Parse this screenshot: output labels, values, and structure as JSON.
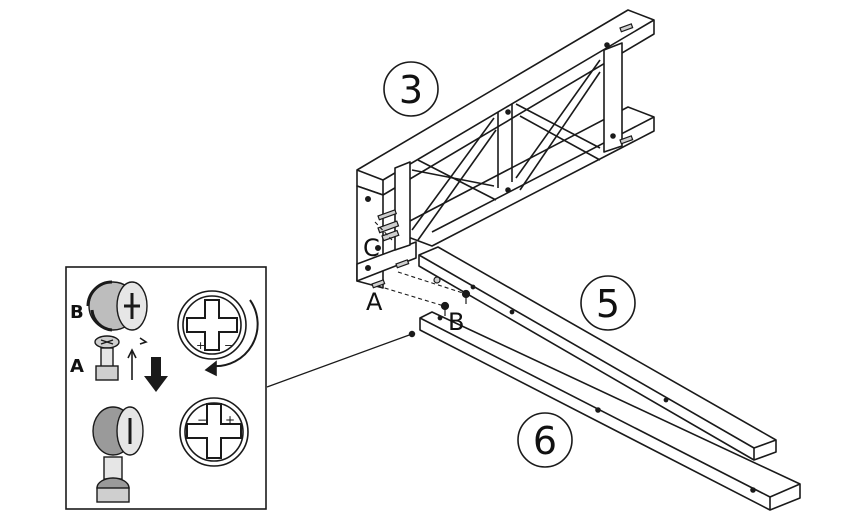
{
  "parts": {
    "frame": {
      "number": "3"
    },
    "rail_upper": {
      "number": "5"
    },
    "rail_lower": {
      "number": "6"
    }
  },
  "labels": {
    "connector_a": "A",
    "cam_lock_b": "B",
    "dowel_c": "C"
  },
  "inset": {
    "cam_label": "B",
    "bolt_label": "A",
    "locked_glyph": "+",
    "locked_sign_left": "+",
    "locked_sign_right": "−",
    "result_sign_left": "−",
    "result_sign_right": "+"
  },
  "colors": {
    "line": "#1a1a1a",
    "background": "#ffffff",
    "hardware_gray": "#9a9a9a"
  }
}
